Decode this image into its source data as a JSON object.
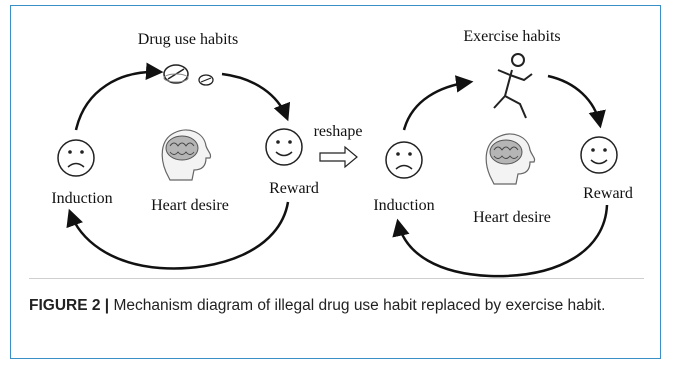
{
  "left_cycle": {
    "title": "Drug use habits",
    "induction": "Induction",
    "reward": "Reward",
    "center": "Heart desire"
  },
  "middle": {
    "label": "reshape"
  },
  "right_cycle": {
    "title": "Exercise habits",
    "induction": "Induction",
    "reward": "Reward",
    "center": "Heart desire"
  },
  "caption": {
    "label": "FIGURE 2 |",
    "text": "Mechanism diagram of illegal drug use habit replaced by exercise habit."
  }
}
